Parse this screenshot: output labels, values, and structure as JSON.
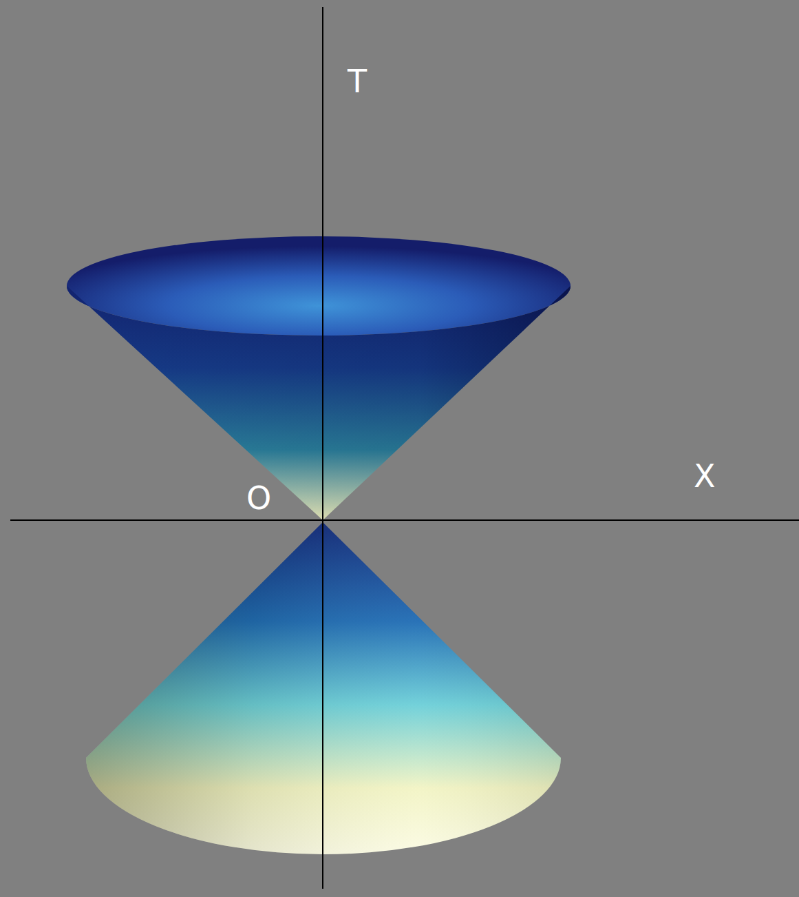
{
  "diagram": {
    "labels": [
      "T",
      "X",
      "O"
    ]
  }
}
